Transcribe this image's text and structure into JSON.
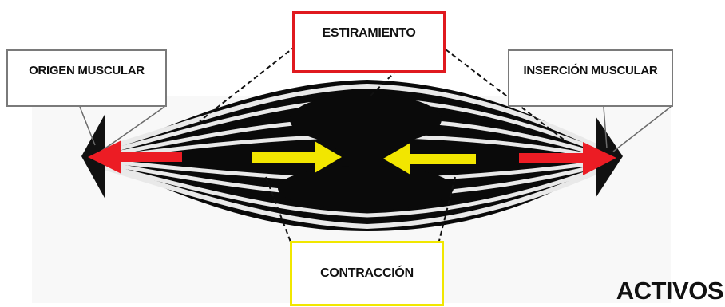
{
  "labels": {
    "origin": "ORIGEN MUSCULAR",
    "insertion": "INSERCIÓN MUSCULAR",
    "stretch": "ESTIRAMIENTO",
    "contraction": "CONTRACCIÓN"
  },
  "footer_word": "ACTIVOS",
  "colors": {
    "stretch_accent": "#e0191f",
    "contraction_accent": "#f1e700",
    "muscle_dark": "#0a0a0a",
    "fiber_light": "#e6e6e6"
  },
  "icons": {
    "outward_arrows": "red-arrow-icon",
    "inward_arrows": "yellow-arrow-icon",
    "tendon_tips": "black-triangle-icon"
  }
}
